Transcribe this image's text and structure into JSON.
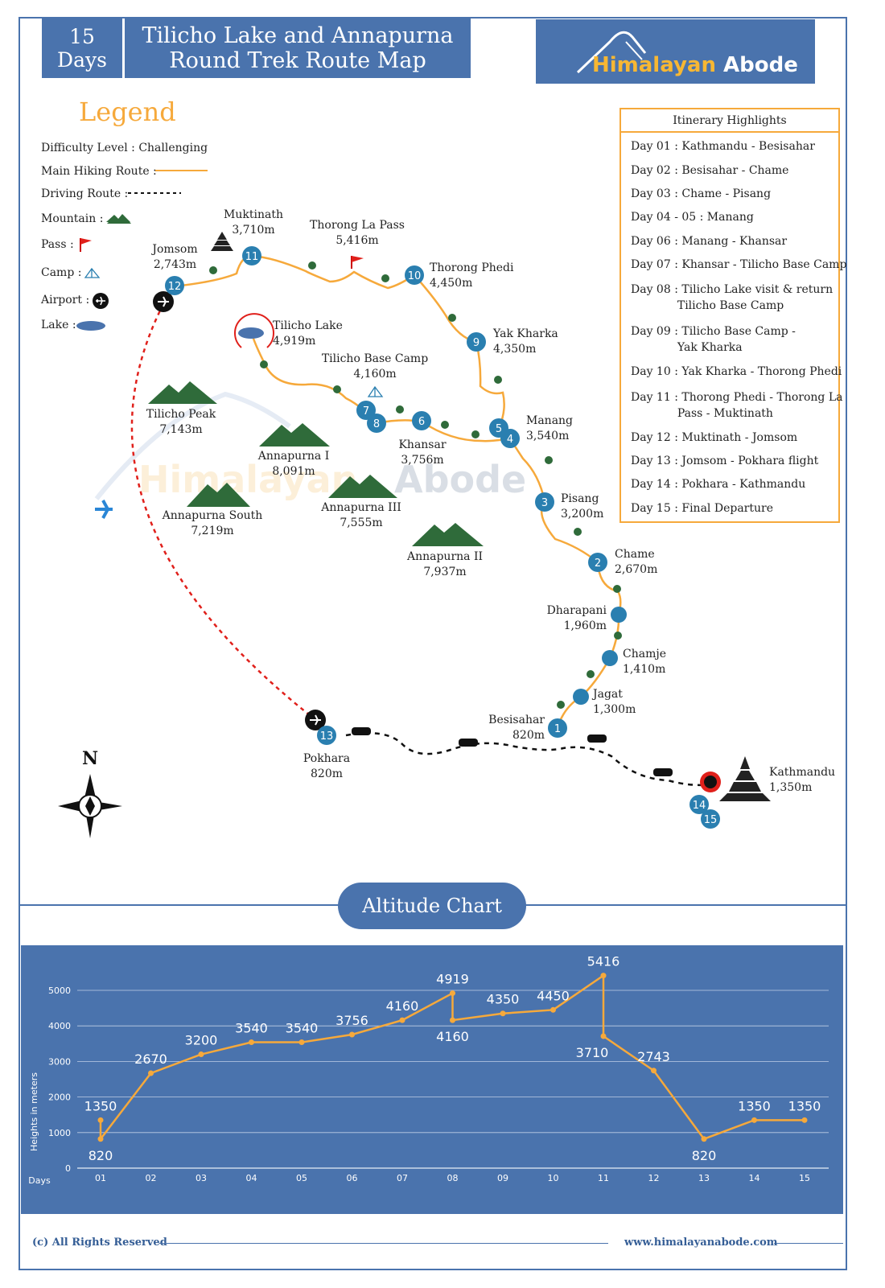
{
  "header": {
    "days_number": "15",
    "days_word": "Days",
    "title_line1": "Tilicho Lake and Annapurna",
    "title_line2": "Round Trek Route Map",
    "logo_part1": "Himalayan",
    "logo_part2": "Abode"
  },
  "legend": {
    "title": "Legend",
    "difficulty": "Difficulty Level : Challenging",
    "main_route": "Main Hiking Route :",
    "driving_route": "Driving Route :",
    "mountain": "Mountain :",
    "pass": "Pass :",
    "camp": "Camp :",
    "airport": "Airport :",
    "lake": "Lake :"
  },
  "itinerary": {
    "title": "Itinerary Highlights",
    "items": [
      "Day 01 : Kathmandu - Besisahar",
      "Day 02 : Besisahar - Chame",
      "Day 03 : Chame - Pisang",
      "Day 04 - 05 : Manang",
      "Day 06 : Manang - Khansar",
      "Day 07 : Khansar - Tilicho Base Camp",
      "Day 08 : Tilicho Lake visit & return\n             Tilicho Base Camp",
      "Day 09 : Tilicho Base Camp -\n             Yak Kharka",
      "Day 10 : Yak Kharka - Thorong Phedi",
      "Day 11 : Thorong Phedi - Thorong La\n             Pass - Muktinath",
      "Day 12 : Muktinath - Jomsom",
      "Day 13 : Jomsom - Pokhara flight",
      "Day 14 : Pokhara - Kathmandu",
      "Day 15 : Final Departure"
    ]
  },
  "places": {
    "muktinath": {
      "name": "Muktinath",
      "alt": "3,710m"
    },
    "thorong_la": {
      "name": "Thorong La Pass",
      "alt": "5,416m"
    },
    "jomsom": {
      "name": "Jomsom",
      "alt": "2,743m"
    },
    "thorong_phedi": {
      "name": "Thorong Phedi",
      "alt": "4,450m"
    },
    "tilicho_lake": {
      "name": "Tilicho Lake",
      "alt": "4,919m"
    },
    "yak_kharka": {
      "name": "Yak Kharka",
      "alt": "4,350m"
    },
    "tilicho_bc": {
      "name": "Tilicho Base Camp",
      "alt": "4,160m"
    },
    "manang": {
      "name": "Manang",
      "alt": "3,540m"
    },
    "khansar": {
      "name": "Khansar",
      "alt": "3,756m"
    },
    "pisang": {
      "name": "Pisang",
      "alt": "3,200m"
    },
    "chame": {
      "name": "Chame",
      "alt": "2,670m"
    },
    "dharapani": {
      "name": "Dharapani",
      "alt": "1,960m"
    },
    "chamje": {
      "name": "Chamje",
      "alt": "1,410m"
    },
    "jagat": {
      "name": "Jagat",
      "alt": "1,300m"
    },
    "besisahar": {
      "name": "Besisahar",
      "alt": "820m"
    },
    "pokhara": {
      "name": "Pokhara",
      "alt": "820m"
    },
    "kathmandu": {
      "name": "Kathmandu",
      "alt": "1,350m"
    }
  },
  "mountains": {
    "tilicho_peak": {
      "name": "Tilicho Peak",
      "alt": "7,143m"
    },
    "annapurna_1": {
      "name": "Annapurna I",
      "alt": "8,091m"
    },
    "annapurna_south": {
      "name": "Annapurna South",
      "alt": "7,219m"
    },
    "annapurna_3": {
      "name": "Annapurna III",
      "alt": "7,555m"
    },
    "annapurna_2": {
      "name": "Annapurna II",
      "alt": "7,937m"
    }
  },
  "stops": [
    "1",
    "2",
    "3",
    "4",
    "5",
    "6",
    "7",
    "8",
    "9",
    "10",
    "11",
    "12",
    "13",
    "14",
    "15"
  ],
  "watermark": {
    "part1": "Himalayan",
    "part2": "Abode"
  },
  "compass_n": "N",
  "chart_title": "Altitude Chart",
  "chart_data": {
    "type": "line",
    "title": "Altitude Chart",
    "ylabel": "Heights in meters",
    "xlabel": "Days",
    "ylim": [
      0,
      5000
    ],
    "yticks": [
      0,
      1000,
      2000,
      3000,
      4000,
      5000
    ],
    "categories": [
      "01",
      "02",
      "03",
      "04",
      "05",
      "06",
      "07",
      "08",
      "09",
      "10",
      "11",
      "12",
      "13",
      "14",
      "15"
    ],
    "points": [
      {
        "day": "01",
        "alt": 1350
      },
      {
        "day": "01",
        "alt": 820
      },
      {
        "day": "02",
        "alt": 2670
      },
      {
        "day": "03",
        "alt": 3200
      },
      {
        "day": "04",
        "alt": 3540
      },
      {
        "day": "05",
        "alt": 3540
      },
      {
        "day": "06",
        "alt": 3756
      },
      {
        "day": "07",
        "alt": 4160
      },
      {
        "day": "08",
        "alt": 4919
      },
      {
        "day": "08",
        "alt": 4160
      },
      {
        "day": "09",
        "alt": 4350
      },
      {
        "day": "10",
        "alt": 4450
      },
      {
        "day": "11",
        "alt": 5416
      },
      {
        "day": "11",
        "alt": 3710
      },
      {
        "day": "12",
        "alt": 2743
      },
      {
        "day": "13",
        "alt": 820
      },
      {
        "day": "14",
        "alt": 1350
      },
      {
        "day": "15",
        "alt": 1350
      }
    ]
  },
  "footer": {
    "left": "(c) All Rights Reserved",
    "right": "www.himalayanabode.com"
  },
  "colors": {
    "brand": "#4a73ad",
    "route": "#f6a93b",
    "stop": "#2a7fb0",
    "drive": "#111111",
    "flight": "#e0201b"
  }
}
